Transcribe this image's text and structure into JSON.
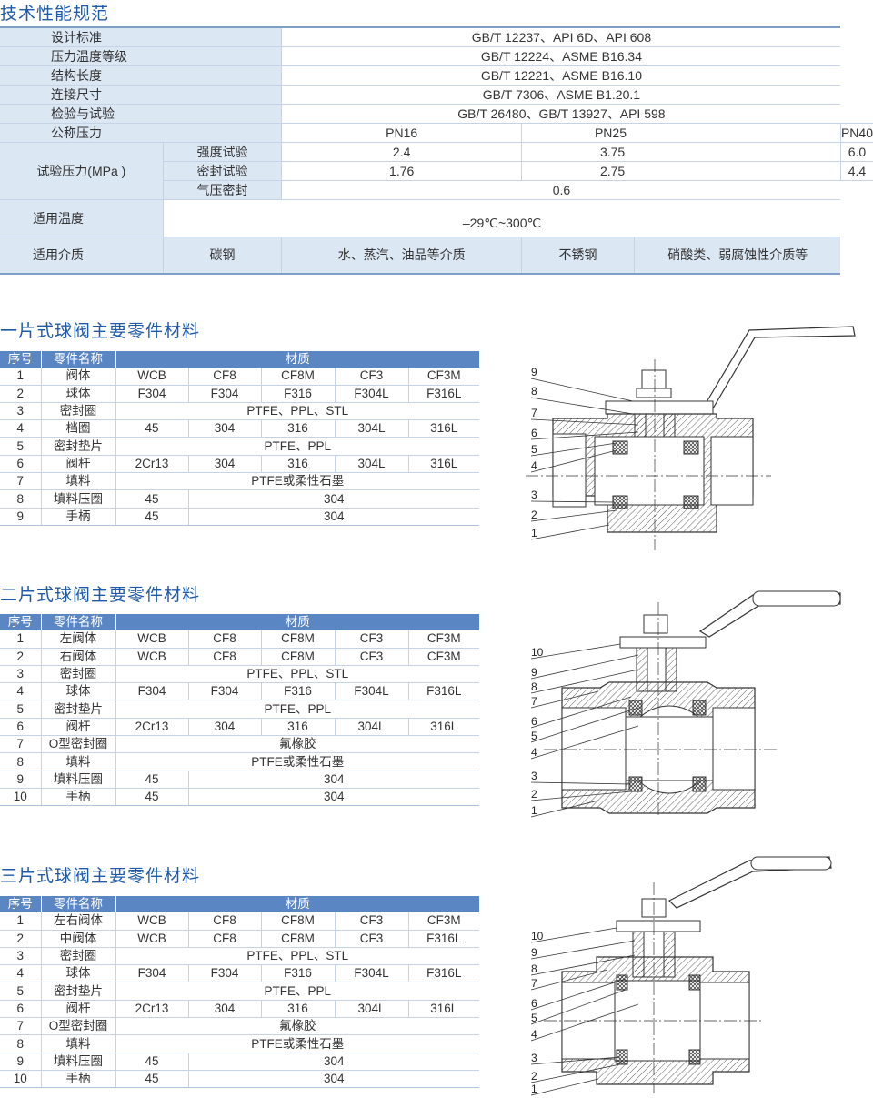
{
  "spec": {
    "title": "技术性能规范",
    "rows": [
      {
        "label": "设计标准",
        "value": "GB/T 12237、API 6D、API 608"
      },
      {
        "label": "压力温度等级",
        "value": "GB/T 12224、ASME B16.34"
      },
      {
        "label": "结构长度",
        "value": "GB/T 12221、ASME B16.10"
      },
      {
        "label": "连接尺寸",
        "value": "GB/T 7306、ASME B1.20.1"
      },
      {
        "label": "检验与试验",
        "value": "GB/T 26480、GB/T 13927、API 598"
      }
    ],
    "nominal": {
      "label": "公称压力",
      "pn16": "PN16",
      "pn25": "PN25",
      "pn40": "PN40"
    },
    "test": {
      "label": "试验压力(MPa )",
      "strength": {
        "label": "强度试验",
        "pn16": "2.4",
        "pn25": "3.75",
        "pn40": "6.0"
      },
      "seal": {
        "label": "密封试验",
        "pn16": "1.76",
        "pn25": "2.75",
        "pn40": "4.4"
      },
      "air": {
        "label": "气压密封",
        "value": "0.6"
      }
    },
    "temp": {
      "label": "适用温度",
      "value": "–29℃~300℃"
    },
    "media": {
      "label": "适用介质",
      "c1": "碳钢",
      "c2": "水、蒸汽、油品等介质",
      "c3": "不锈钢",
      "c4": "硝酸类、弱腐蚀性介质等"
    }
  },
  "header": {
    "no": "序号",
    "name": "零件名称",
    "material": "材质"
  },
  "t1": {
    "title": "一片式球阀主要零件材料",
    "rows": [
      {
        "no": "1",
        "name": "阀体",
        "m": [
          "WCB",
          "CF8",
          "CF8M",
          "CF3",
          "CF3M"
        ]
      },
      {
        "no": "2",
        "name": "球体",
        "m": [
          "F304",
          "F304",
          "F316",
          "F304L",
          "F316L"
        ]
      },
      {
        "no": "3",
        "name": "密封圈",
        "all": "PTFE、PPL、STL"
      },
      {
        "no": "4",
        "name": "档圈",
        "m": [
          "45",
          "304",
          "316",
          "304L",
          "316L"
        ]
      },
      {
        "no": "5",
        "name": "密封垫片",
        "all": "PTFE、PPL"
      },
      {
        "no": "6",
        "name": "阀杆",
        "m": [
          "2Cr13",
          "304",
          "316",
          "304L",
          "316L"
        ]
      },
      {
        "no": "7",
        "name": "填料",
        "all": "PTFE或柔性石墨"
      },
      {
        "no": "8",
        "name": "填料压圈",
        "first": "45",
        "rest": "304"
      },
      {
        "no": "9",
        "name": "手柄",
        "first": "45",
        "rest": "304"
      }
    ],
    "callouts": [
      "9",
      "8",
      "7",
      "6",
      "5",
      "4",
      "3",
      "2",
      "1"
    ]
  },
  "t2": {
    "title": "二片式球阀主要零件材料",
    "rows": [
      {
        "no": "1",
        "name": "左阀体",
        "m": [
          "WCB",
          "CF8",
          "CF8M",
          "CF3",
          "CF3M"
        ]
      },
      {
        "no": "2",
        "name": "右阀体",
        "m": [
          "WCB",
          "CF8",
          "CF8M",
          "CF3",
          "CF3M"
        ]
      },
      {
        "no": "3",
        "name": "密封圈",
        "all": "PTFE、PPL、STL"
      },
      {
        "no": "4",
        "name": "球体",
        "m": [
          "F304",
          "F304",
          "F316",
          "F304L",
          "F316L"
        ]
      },
      {
        "no": "5",
        "name": "密封垫片",
        "all": "PTFE、PPL"
      },
      {
        "no": "6",
        "name": "阀杆",
        "m": [
          "2Cr13",
          "304",
          "316",
          "304L",
          "316L"
        ]
      },
      {
        "no": "7",
        "name": "O型密封圈",
        "all": "氟橡胶"
      },
      {
        "no": "8",
        "name": "填料",
        "all": "PTFE或柔性石墨"
      },
      {
        "no": "9",
        "name": "填料压圈",
        "first": "45",
        "rest": "304"
      },
      {
        "no": "10",
        "name": "手柄",
        "first": "45",
        "rest": "304"
      }
    ],
    "callouts": [
      "10",
      "9",
      "8",
      "7",
      "6",
      "5",
      "4",
      "3",
      "2",
      "1"
    ]
  },
  "t3": {
    "title": "三片式球阀主要零件材料",
    "rows": [
      {
        "no": "1",
        "name": "左右阀体",
        "m": [
          "WCB",
          "CF8",
          "CF8M",
          "CF3",
          "CF3M"
        ]
      },
      {
        "no": "2",
        "name": "中阀体",
        "m": [
          "WCB",
          "CF8",
          "CF8M",
          "CF3",
          "F316L"
        ]
      },
      {
        "no": "3",
        "name": "密封圈",
        "all": "PTFE、PPL、STL"
      },
      {
        "no": "4",
        "name": "球体",
        "m": [
          "F304",
          "F304",
          "F316",
          "F304L",
          "F316L"
        ]
      },
      {
        "no": "5",
        "name": "密封垫片",
        "all": "PTFE、PPL"
      },
      {
        "no": "6",
        "name": "阀杆",
        "m": [
          "2Cr13",
          "304",
          "316",
          "304L",
          "316L"
        ]
      },
      {
        "no": "7",
        "name": "O型密封圈",
        "all": "氟橡胶"
      },
      {
        "no": "8",
        "name": "填料",
        "all": "PTFE或柔性石墨"
      },
      {
        "no": "9",
        "name": "填料压圈",
        "first": "45",
        "rest": "304"
      },
      {
        "no": "10",
        "name": "手柄",
        "first": "45",
        "rest": "304"
      }
    ],
    "callouts": [
      "10",
      "9",
      "8",
      "7",
      "6",
      "5",
      "4",
      "3",
      "2",
      "1"
    ]
  },
  "colors": {
    "title": "#1e5aa8",
    "header_bg": "#5b86c4",
    "label_bg": "#dce7f4"
  }
}
